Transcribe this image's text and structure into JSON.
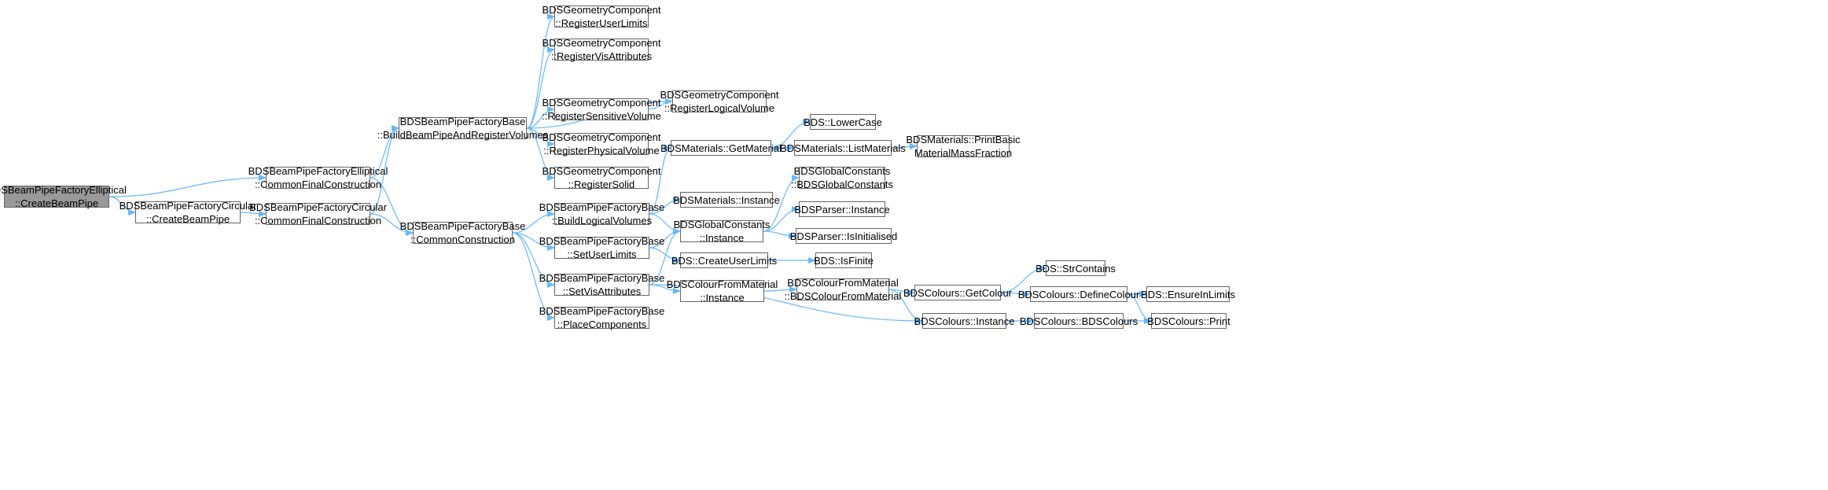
{
  "colors": {
    "edge": "#63b8ff",
    "node_border": "#666666",
    "node_fill": "#ffffff",
    "root_fill": "#999999"
  },
  "nodes": [
    {
      "id": "n1",
      "lines": [
        "BDSBeamPipeFactoryElliptical",
        "::CreateBeamPipe"
      ],
      "root": true
    },
    {
      "id": "n2",
      "lines": [
        "BDSBeamPipeFactoryElliptical",
        "::CommonFinalConstruction"
      ]
    },
    {
      "id": "n3",
      "lines": [
        "BDSBeamPipeFactoryCircular",
        "::CreateBeamPipe"
      ]
    },
    {
      "id": "n4",
      "lines": [
        "BDSBeamPipeFactoryCircular",
        "::CommonFinalConstruction"
      ]
    },
    {
      "id": "n5",
      "lines": [
        "BDSBeamPipeFactoryBase",
        "::BuildBeamPipeAndRegisterVolumes"
      ]
    },
    {
      "id": "n6",
      "lines": [
        "BDSBeamPipeFactoryBase",
        "::CommonConstruction"
      ]
    },
    {
      "id": "n7",
      "lines": [
        "BDSGeometryComponent",
        "::RegisterUserLimits"
      ]
    },
    {
      "id": "n8",
      "lines": [
        "BDSGeometryComponent",
        "::RegisterVisAttributes"
      ]
    },
    {
      "id": "n9",
      "lines": [
        "BDSGeometryComponent",
        "::RegisterSensitiveVolume"
      ]
    },
    {
      "id": "n10",
      "lines": [
        "BDSGeometryComponent",
        "::RegisterPhysicalVolume"
      ]
    },
    {
      "id": "n11",
      "lines": [
        "BDSGeometryComponent",
        "::RegisterSolid"
      ]
    },
    {
      "id": "n12",
      "lines": [
        "BDSGeometryComponent",
        "::RegisterLogicalVolume"
      ]
    },
    {
      "id": "n13",
      "lines": [
        "BDSBeamPipeFactoryBase",
        "::BuildLogicalVolumes"
      ]
    },
    {
      "id": "n14",
      "lines": [
        "BDSBeamPipeFactoryBase",
        "::SetUserLimits"
      ]
    },
    {
      "id": "n15",
      "lines": [
        "BDSBeamPipeFactoryBase",
        "::SetVisAttributes"
      ]
    },
    {
      "id": "n16",
      "lines": [
        "BDSBeamPipeFactoryBase",
        "::PlaceComponents"
      ]
    },
    {
      "id": "n17",
      "lines": [
        "BDSMaterials::GetMaterial"
      ]
    },
    {
      "id": "n18",
      "lines": [
        "BDSMaterials::Instance"
      ]
    },
    {
      "id": "n19",
      "lines": [
        "BDSGlobalConstants",
        "::Instance"
      ]
    },
    {
      "id": "n20",
      "lines": [
        "BDS::CreateUserLimits"
      ]
    },
    {
      "id": "n21",
      "lines": [
        "BDSColourFromMaterial",
        "::Instance"
      ]
    },
    {
      "id": "n22",
      "lines": [
        "BDS::LowerCase"
      ]
    },
    {
      "id": "n23",
      "lines": [
        "BDSMaterials::ListMaterials"
      ]
    },
    {
      "id": "n24",
      "lines": [
        "BDSMaterials::PrintBasic",
        "MaterialMassFraction"
      ]
    },
    {
      "id": "n25",
      "lines": [
        "BDSGlobalConstants",
        "::BDSGlobalConstants"
      ]
    },
    {
      "id": "n26",
      "lines": [
        "BDSParser::Instance"
      ]
    },
    {
      "id": "n27",
      "lines": [
        "BDSParser::IsInitialised"
      ]
    },
    {
      "id": "n28",
      "lines": [
        "BDS::IsFinite"
      ]
    },
    {
      "id": "n29",
      "lines": [
        "BDSColourFromMaterial",
        "::BDSColourFromMaterial"
      ]
    },
    {
      "id": "n30",
      "lines": [
        "BDSColours::GetColour"
      ]
    },
    {
      "id": "n31",
      "lines": [
        "BDSColours::Instance"
      ]
    },
    {
      "id": "n32",
      "lines": [
        "BDS::StrContains"
      ]
    },
    {
      "id": "n33",
      "lines": [
        "BDSColours::DefineColour"
      ]
    },
    {
      "id": "n34",
      "lines": [
        "BDSColours::BDSColours"
      ]
    },
    {
      "id": "n35",
      "lines": [
        "BDS::EnsureInLimits"
      ]
    },
    {
      "id": "n36",
      "lines": [
        "BDSColours::Print"
      ]
    }
  ],
  "edges": [
    [
      "n1",
      "n2"
    ],
    [
      "n1",
      "n3"
    ],
    [
      "n3",
      "n4"
    ],
    [
      "n2",
      "n5"
    ],
    [
      "n2",
      "n6"
    ],
    [
      "n4",
      "n5"
    ],
    [
      "n4",
      "n6"
    ],
    [
      "n5",
      "n7"
    ],
    [
      "n5",
      "n8"
    ],
    [
      "n5",
      "n9"
    ],
    [
      "n5",
      "n10"
    ],
    [
      "n5",
      "n11"
    ],
    [
      "n5",
      "n12"
    ],
    [
      "n9",
      "n12"
    ],
    [
      "n6",
      "n13"
    ],
    [
      "n6",
      "n14"
    ],
    [
      "n6",
      "n15"
    ],
    [
      "n6",
      "n16"
    ],
    [
      "n13",
      "n17"
    ],
    [
      "n13",
      "n18"
    ],
    [
      "n13",
      "n19"
    ],
    [
      "n14",
      "n19"
    ],
    [
      "n14",
      "n20"
    ],
    [
      "n15",
      "n19"
    ],
    [
      "n15",
      "n21"
    ],
    [
      "n15",
      "n31"
    ],
    [
      "n17",
      "n22"
    ],
    [
      "n17",
      "n23"
    ],
    [
      "n23",
      "n17"
    ],
    [
      "n23",
      "n24"
    ],
    [
      "n19",
      "n25"
    ],
    [
      "n19",
      "n26"
    ],
    [
      "n19",
      "n27"
    ],
    [
      "n20",
      "n28"
    ],
    [
      "n21",
      "n29"
    ],
    [
      "n29",
      "n30"
    ],
    [
      "n29",
      "n31"
    ],
    [
      "n30",
      "n32"
    ],
    [
      "n30",
      "n33"
    ],
    [
      "n31",
      "n34"
    ],
    [
      "n34",
      "n36"
    ],
    [
      "n33",
      "n35"
    ],
    [
      "n33",
      "n36"
    ]
  ]
}
